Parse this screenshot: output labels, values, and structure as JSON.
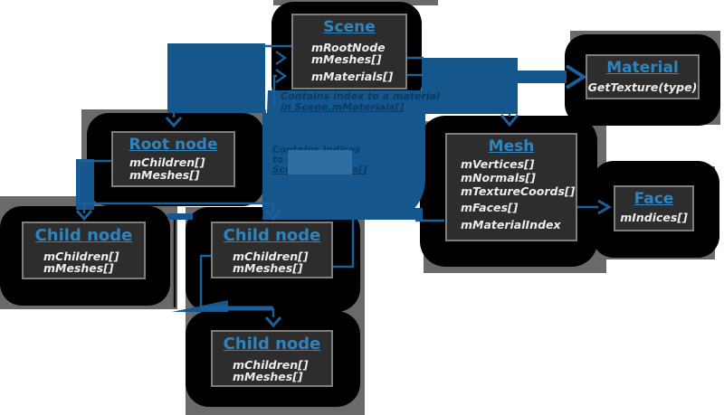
{
  "diagram": {
    "nodes": {
      "scene": {
        "title": "Scene",
        "members": [
          "mRootNode",
          "mMeshes[]",
          "mMaterials[]"
        ]
      },
      "material": {
        "title": "Material",
        "members": [
          "GetTexture(type)"
        ]
      },
      "mesh": {
        "title": "Mesh",
        "members": [
          "mVertices[]",
          "mNormals[]",
          "mTextureCoords[]",
          "mFaces[]",
          "mMaterialIndex"
        ]
      },
      "face": {
        "title": "Face",
        "members": [
          "mIndices[]"
        ]
      },
      "root": {
        "title": "Root node",
        "members": [
          "mChildren[]",
          "mMeshes[]"
        ]
      },
      "child1": {
        "title": "Child node",
        "members": [
          "mChildren[]",
          "mMeshes[]"
        ]
      },
      "child2": {
        "title": "Child node",
        "members": [
          "mChildren[]",
          "mMeshes[]"
        ]
      },
      "child3": {
        "title": "Child node",
        "members": [
          "mChildren[]",
          "mMeshes[]"
        ]
      }
    },
    "annotations": {
      "material_note_line1": "Contains index to a material",
      "material_note_line2": "in Scene.mMaterials[]",
      "mesh_note_line1": "Contains indices",
      "mesh_note_line2": "to meshes in",
      "mesh_note_line3": "Scene.mMeshes[]"
    },
    "colors": {
      "box_background": "#2d2d2d",
      "box_border": "#7e7e7e",
      "title_blue": "#2e85c0",
      "member_text": "#ececec",
      "flow_blue": "#15578c",
      "connector_blue": "#1b6098",
      "annotation_navy": "#0a3a66",
      "blob_black": "#000000",
      "backdrop_gray": "#6a6a6a",
      "overlay_blue": "#2d6da1"
    }
  }
}
